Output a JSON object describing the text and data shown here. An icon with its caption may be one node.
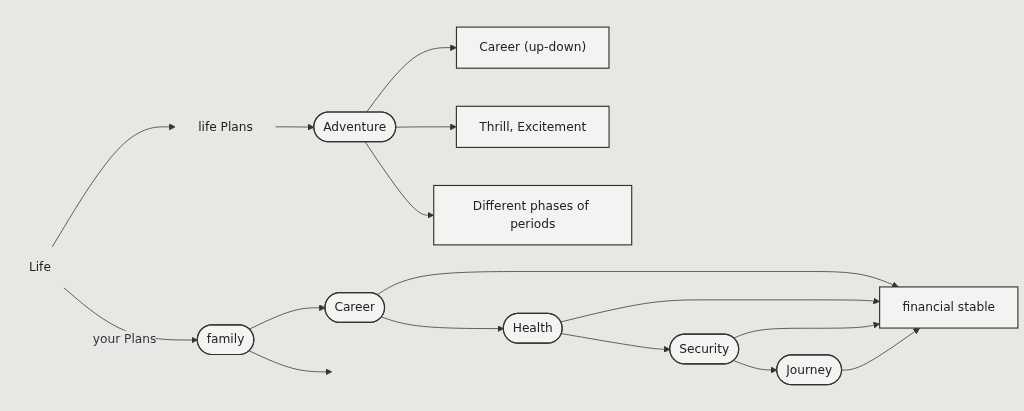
{
  "diagram": {
    "nodes": [
      {
        "text": [
          "Life"
        ]
      },
      {
        "text": [
          "life Plans"
        ]
      },
      {
        "text": [
          "Adventure"
        ]
      },
      {
        "text": [
          "Career (up-down)"
        ]
      },
      {
        "text": [
          "Thrill, Excitement"
        ]
      },
      {
        "text": [
          "Different phases of periods"
        ]
      },
      {
        "text": [
          "family"
        ]
      },
      {
        "text": [
          "Career"
        ]
      },
      {
        "text": [
          "Health"
        ]
      },
      {
        "text": [
          "Security"
        ]
      },
      {
        "text": [
          "Journey"
        ]
      },
      {
        "text": [
          "financial stable"
        ]
      }
    ],
    "edges": [
      {
        "from": 0,
        "to": 1,
        "arrow": "to"
      },
      {
        "from": 1,
        "to": 2,
        "arrow": "to"
      },
      {
        "from": 2,
        "to": 3,
        "arrow": "to"
      },
      {
        "from": 2,
        "to": 4,
        "arrow": "to"
      },
      {
        "from": 2,
        "to": 5,
        "arrow": "to"
      },
      {
        "from": 0,
        "to": 6,
        "arrow": "to",
        "label": "your Plans"
      },
      {
        "from": 6,
        "to": 7,
        "arrow": "to"
      },
      {
        "from": 7,
        "to": 8,
        "arrow": "to"
      },
      {
        "from": 8,
        "to": 9,
        "arrow": "to"
      },
      {
        "from": 9,
        "to": 10,
        "arrow": "to"
      },
      {
        "from": 7,
        "to": 11,
        "arrow": "to"
      },
      {
        "from": 8,
        "to": 11,
        "arrow": "to"
      },
      {
        "from": 9,
        "to": 11,
        "arrow": "to"
      },
      {
        "from": 10,
        "to": 11,
        "arrow": "to"
      },
      {
        "from": 6,
        "to": null,
        "arrow": "to"
      }
    ]
  }
}
